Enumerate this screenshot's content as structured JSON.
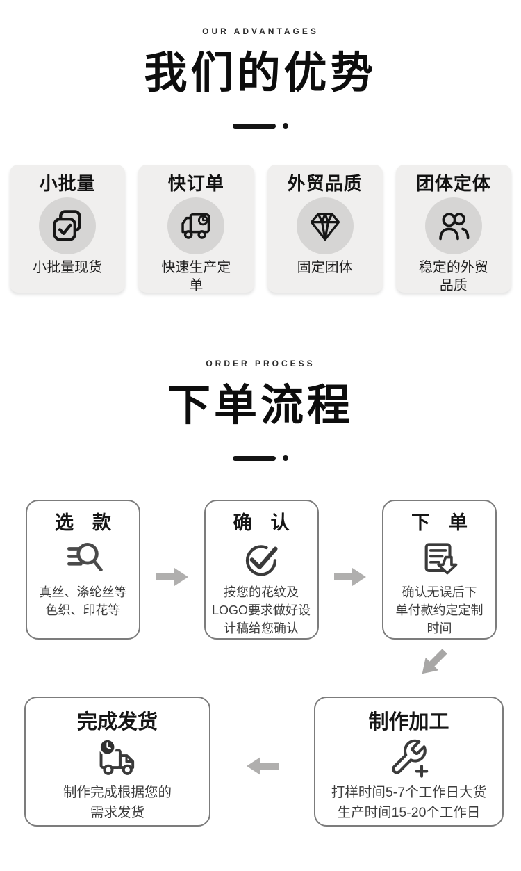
{
  "advantages": {
    "eyebrow": "OUR ADVANTAGES",
    "title": "我们的优势",
    "cards": [
      {
        "title": "小批量",
        "icon": "copy-check-icon",
        "desc": "小批量现货"
      },
      {
        "title": "快订单",
        "icon": "truck-clock-icon",
        "desc": "快速生产定\n单"
      },
      {
        "title": "外贸品质",
        "icon": "diamond-icon",
        "desc": "固定团体"
      },
      {
        "title": "团体定体",
        "icon": "users-icon",
        "desc": "稳定的外贸\n品质"
      }
    ]
  },
  "process": {
    "eyebrow": "ORDER PROCESS",
    "title": "下单流程",
    "steps": [
      {
        "title": "选　款",
        "icon": "search-list-icon",
        "desc": "真丝、涤纶丝等\n色织、印花等"
      },
      {
        "title": "确　认",
        "icon": "check-circle-icon",
        "desc": "按您的花纹及\nLOGO要求做好设\n计稿给您确认"
      },
      {
        "title": "下　单",
        "icon": "doc-download-icon",
        "desc": "确认无误后下\n单付款约定定制\n时间"
      },
      {
        "title": "制作加工",
        "icon": "wrench-plus-icon",
        "desc": "打样时间5-7个工作日大货\n生产时间15-20个工作日"
      },
      {
        "title": "完成发货",
        "icon": "truck-shipping-icon",
        "desc": "制作完成根据您的\n需求发货"
      }
    ]
  },
  "colors": {
    "ink": "#141414",
    "advantage_card_bg": "#f0efee",
    "icon_circle_bg": "#d6d5d4",
    "process_border": "#7c7c7c",
    "arrow_gray": "#b0afae"
  }
}
